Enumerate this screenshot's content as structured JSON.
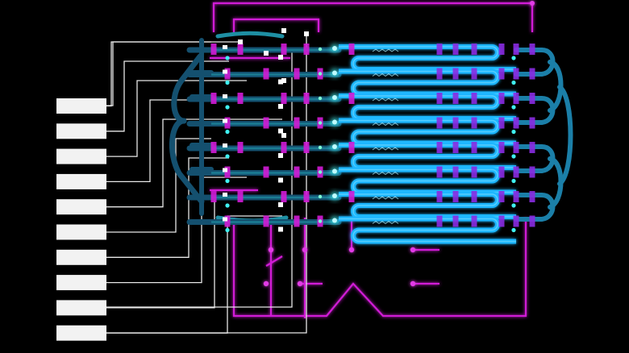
{
  "image": {
    "subject": "microfluidic-chip",
    "colors": {
      "background": "#000000",
      "fluid_cyan": "#1fb6ff",
      "fluid_dark": "#14506f",
      "fluid_teal": "#1e8fa3",
      "control_magenta": "#d11bd6",
      "valve_violet": "#8a2be2",
      "wire_white": "#e8e8e8",
      "pad_white": "#f2f2f2",
      "glow_cyan": "#3ff0f0"
    },
    "pad_count": 10,
    "serpentine_channel_count": 8
  }
}
